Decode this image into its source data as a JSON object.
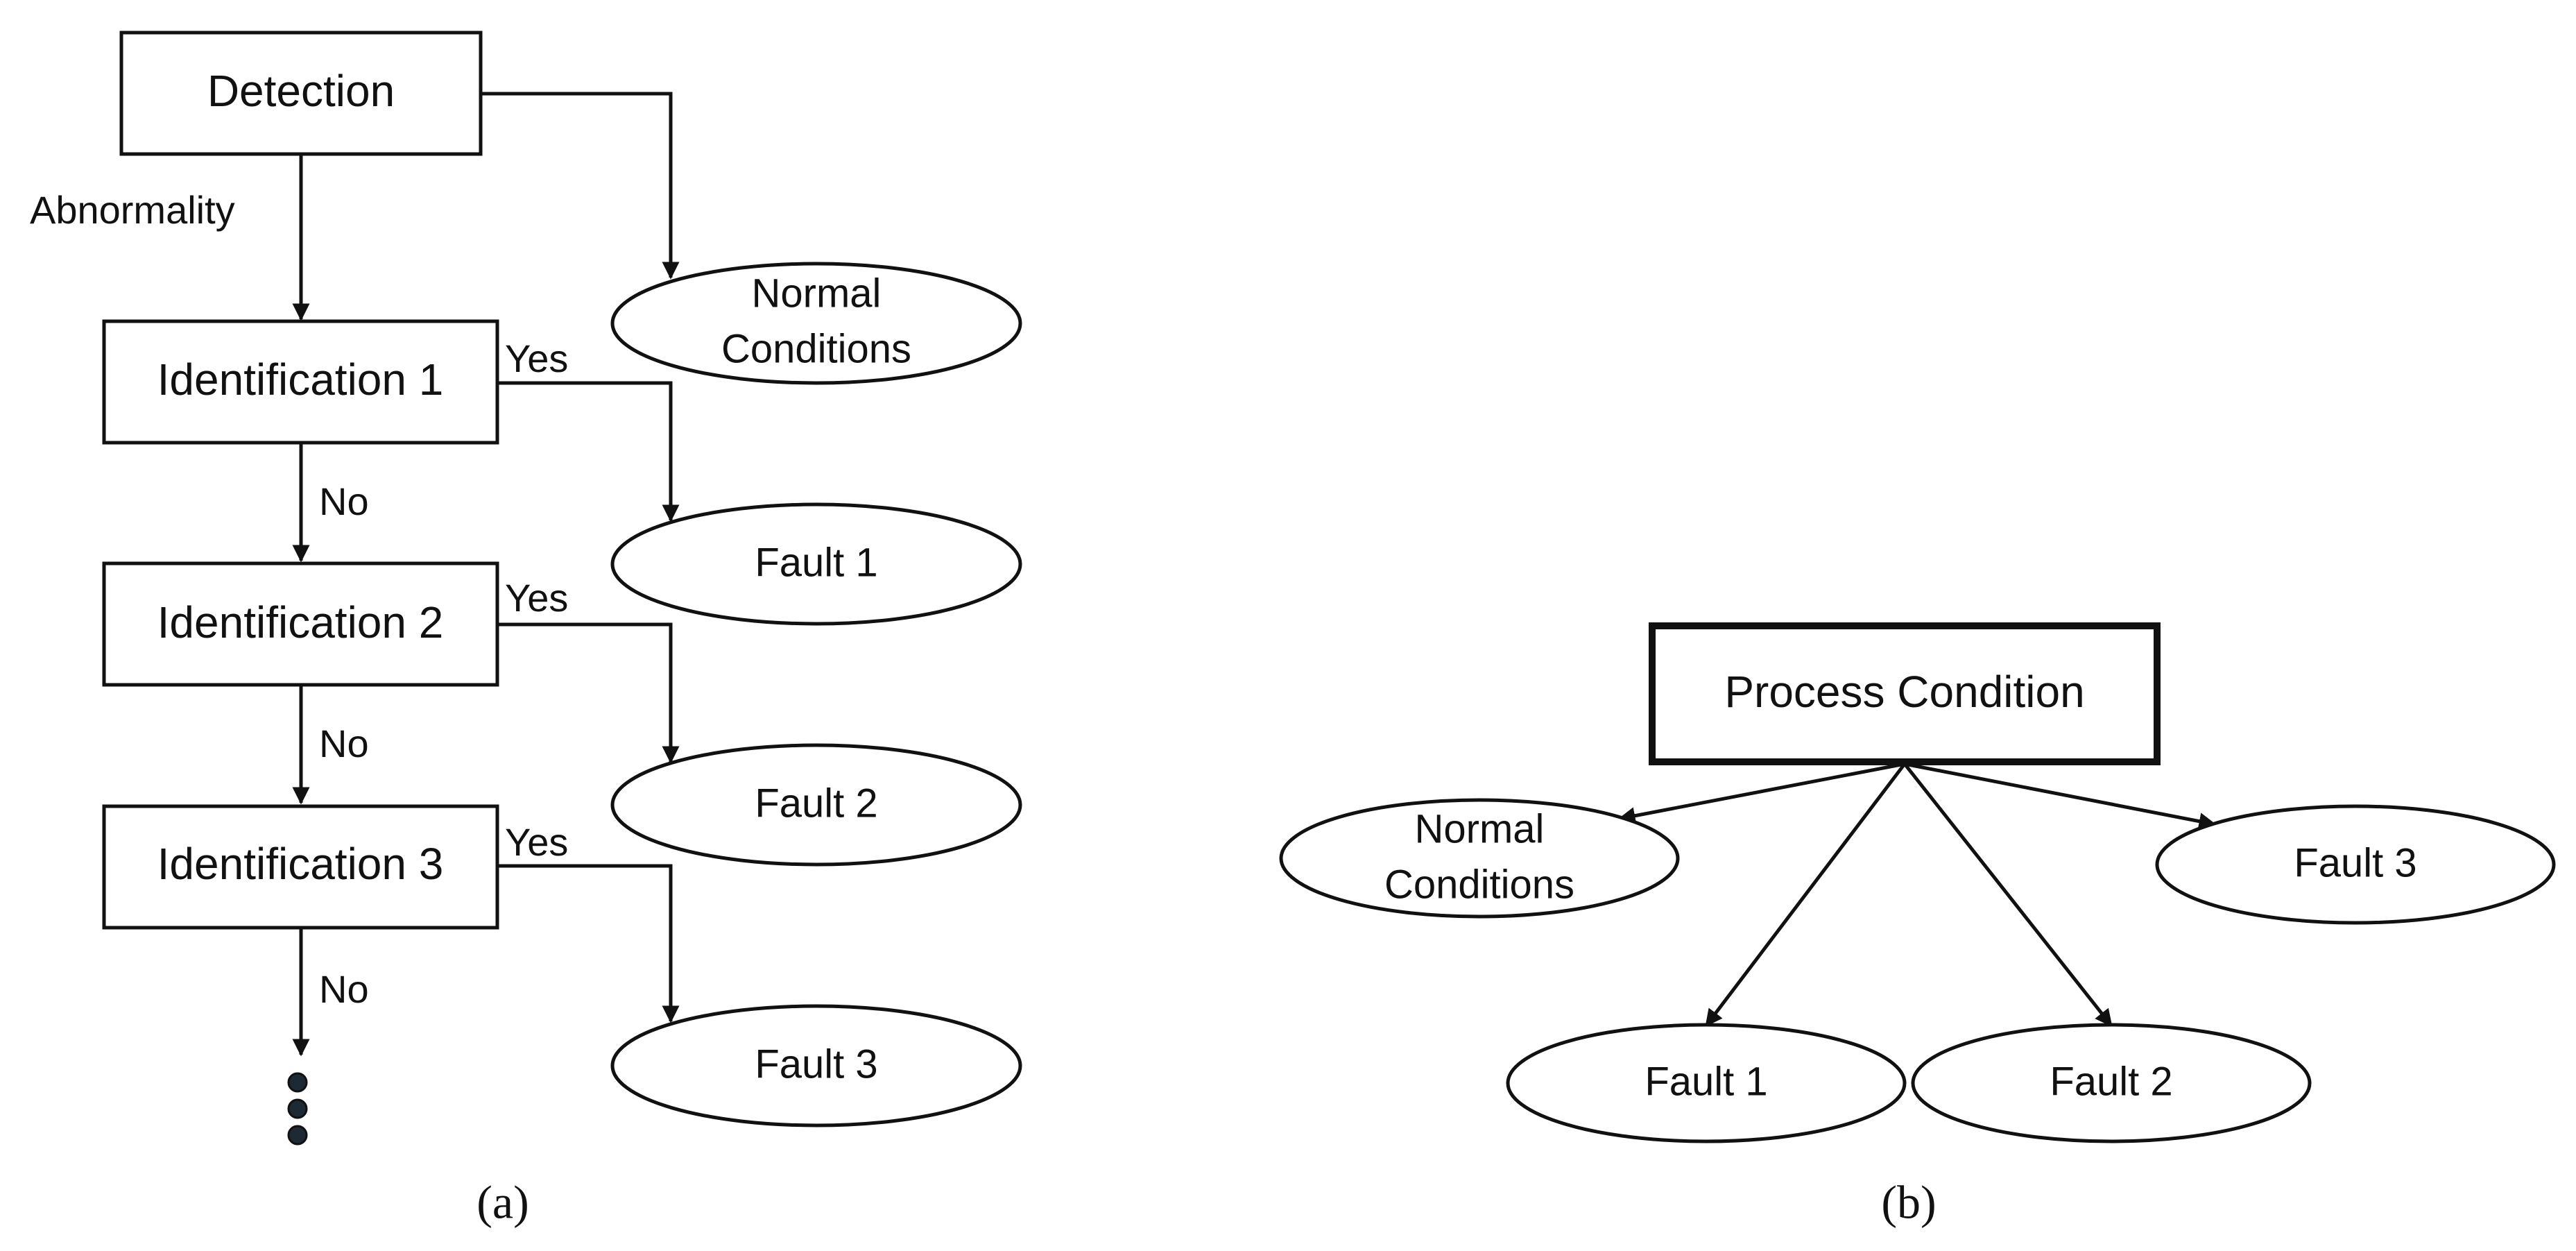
{
  "panel_a": {
    "caption": "(a)",
    "boxes": {
      "detection": "Detection",
      "identification_1": "Identification 1",
      "identification_2": "Identification 2",
      "identification_3": "Identification 3"
    },
    "outcomes": {
      "normal_line1": "Normal",
      "normal_line2": "Conditions",
      "fault_1": "Fault 1",
      "fault_2": "Fault 2",
      "fault_3": "Fault 3"
    },
    "edge_labels": {
      "abnormality": "Abnormality",
      "yes": "Yes",
      "no": "No"
    }
  },
  "panel_b": {
    "caption": "(b)",
    "root": "Process Condition",
    "outcomes": {
      "normal_line1": "Normal",
      "normal_line2": "Conditions",
      "fault_1": "Fault 1",
      "fault_2": "Fault 2",
      "fault_3": "Fault 3"
    }
  },
  "colors": {
    "stroke": "#111111",
    "background": "#ffffff"
  }
}
